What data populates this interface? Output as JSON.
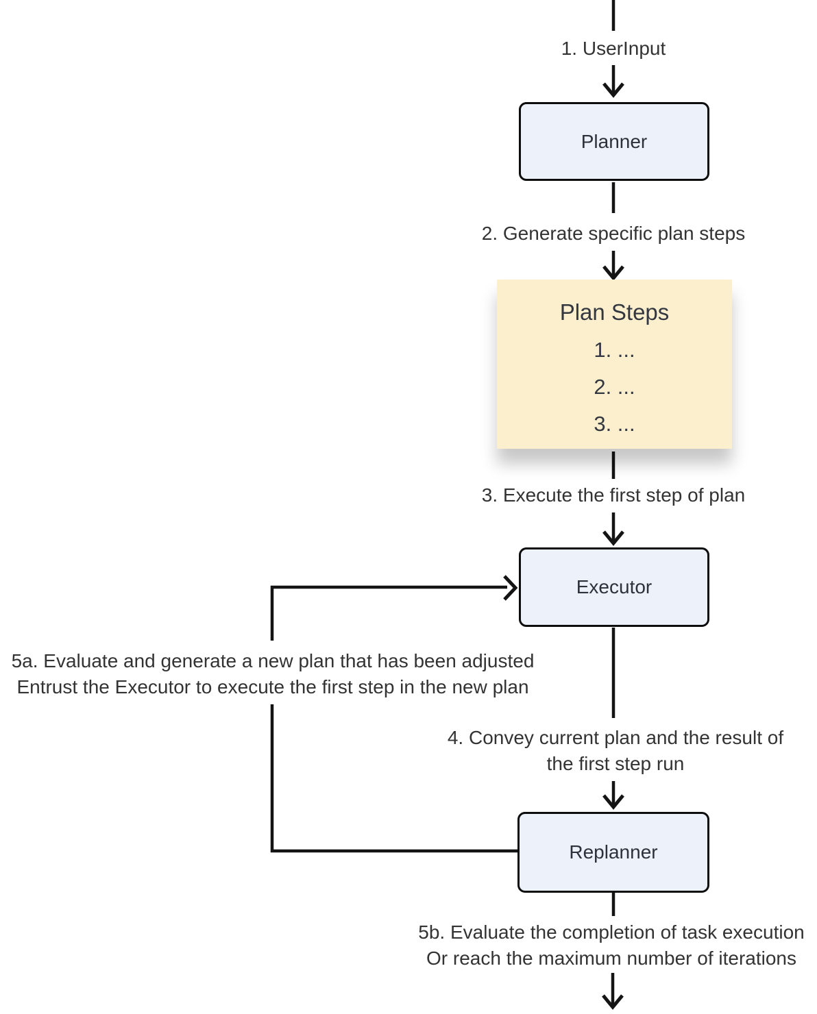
{
  "nodes": {
    "planner": {
      "label": "Planner"
    },
    "executor": {
      "label": "Executor"
    },
    "replanner": {
      "label": "Replanner"
    },
    "plan_steps": {
      "title": "Plan Steps",
      "items": [
        "1. ...",
        "2. ...",
        "3. ..."
      ]
    }
  },
  "edges": {
    "user_input": {
      "label": "1. UserInput"
    },
    "generate": {
      "label": "2. Generate specific plan steps"
    },
    "execute_first": {
      "label": "3. Execute the first step of plan"
    },
    "convey": {
      "line1": "4. Convey current plan and the result of",
      "line2": "the first step run"
    },
    "replan_loop": {
      "line1": "5a. Evaluate and generate a new plan that has been adjusted",
      "line2": "Entrust the Executor to execute the first step in the new plan"
    },
    "finish": {
      "line1": "5b. Evaluate the completion of task execution",
      "line2": "Or reach the maximum number of iterations"
    }
  },
  "colors": {
    "node_fill": "#ECF1FA",
    "node_border": "#0D0D0D",
    "plan_fill": "#FCEFCE",
    "text": "#333333",
    "line": "#141414"
  }
}
